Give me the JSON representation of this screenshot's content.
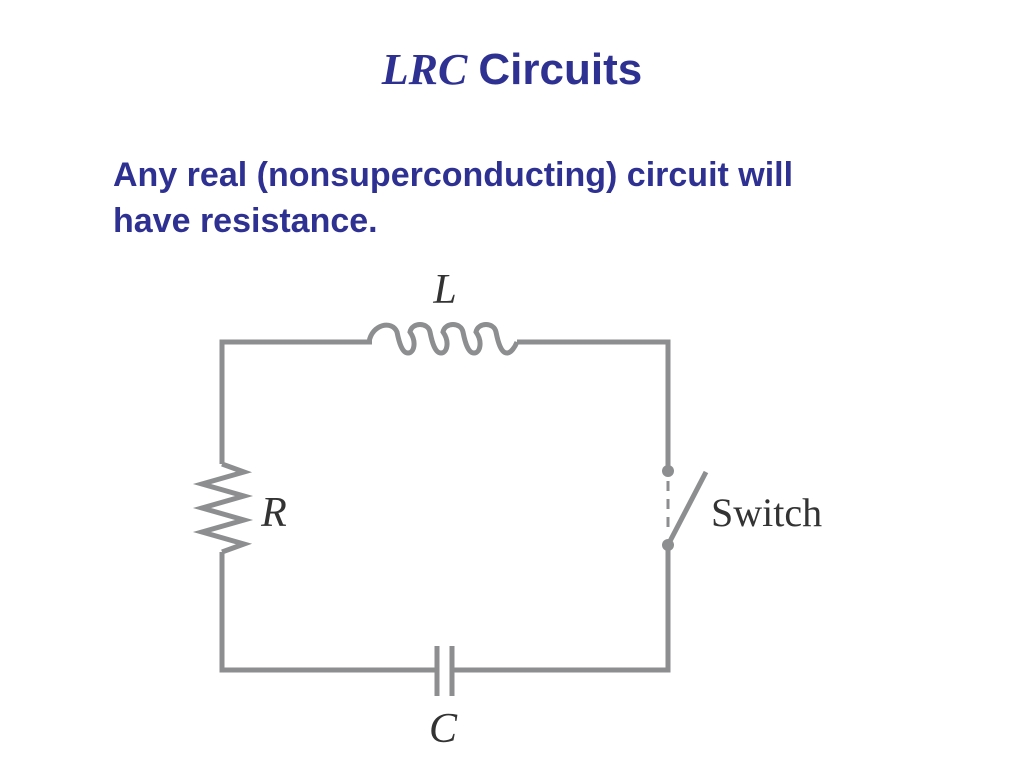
{
  "slide": {
    "title_italic": "LRC",
    "title_rest": "Circuits",
    "body_line1": "Any real (nonsuperconducting) circuit will",
    "body_line2": "have resistance."
  },
  "diagram": {
    "labels": {
      "inductor": "L",
      "resistor": "R",
      "capacitor": "C",
      "switch": "Switch"
    },
    "colors": {
      "text": "#2e3192",
      "wire": "#8c8e90",
      "label": "#333333"
    }
  }
}
